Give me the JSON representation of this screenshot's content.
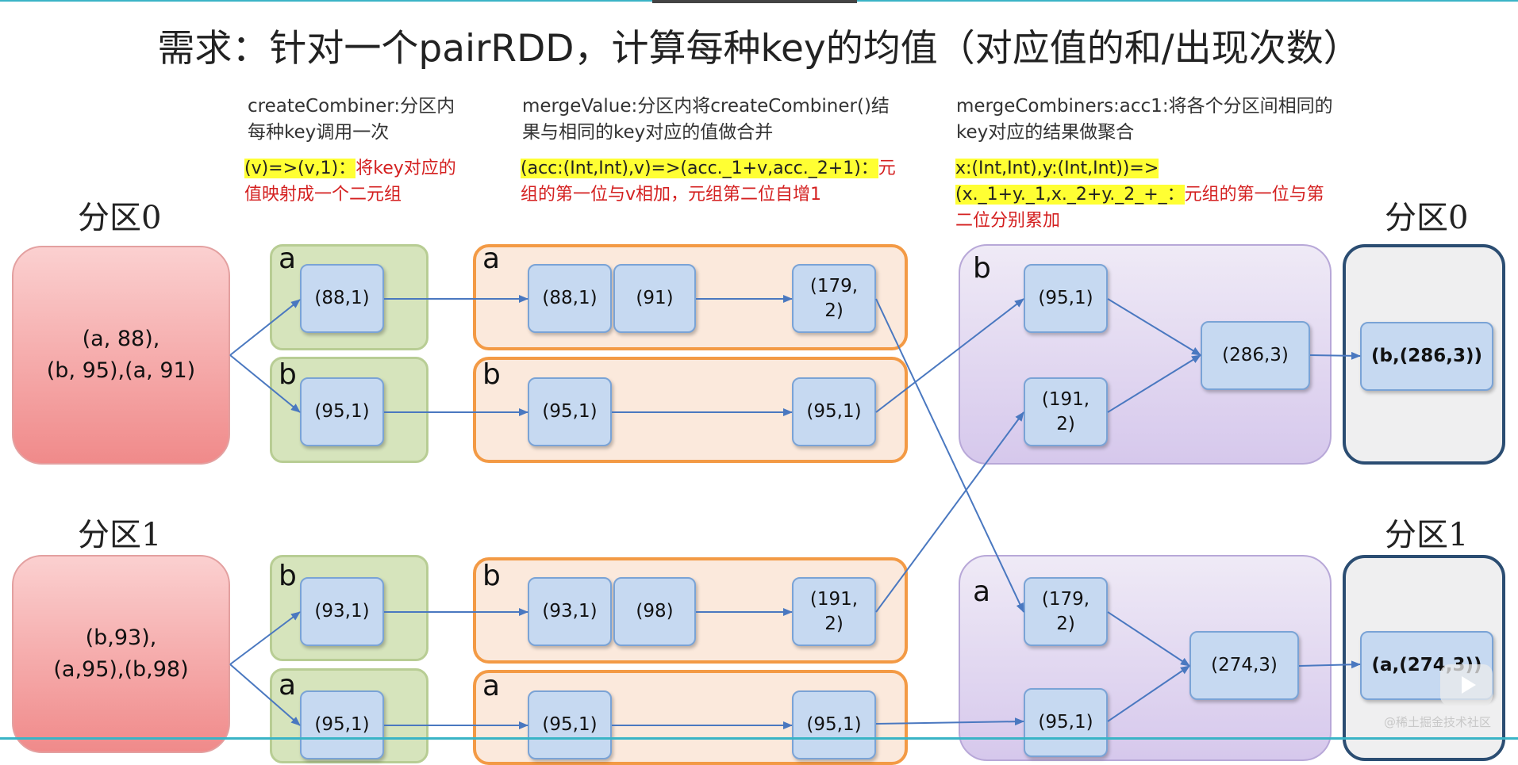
{
  "title": "需求：针对一个pairRDD，计算每种key的均值（对应值的和/出现次数）",
  "steps": {
    "create": {
      "desc": "createCombiner:分区内每种key调用一次",
      "code": "(v)=>(v,1)：",
      "note": "将key对应的值映射成一个二元组"
    },
    "merge_value": {
      "desc": "mergeValue:分区内将createCombiner()结果与相同的key对应的值做合并",
      "code": "(acc:(Int,Int),v)=>(acc._1+v,acc._2+1)：",
      "note": "元组的第一位与v相加，元组第二位自增1"
    },
    "merge_combiners": {
      "desc": "mergeCombiners:acc1:将各个分区间相同的key对应的结果做聚合",
      "code": "x:(Int,Int),y:(Int,Int))=>(x._1+y._1,x._2+y._2_+_：",
      "note": "元组的第一位与第二位分别累加"
    }
  },
  "partitions": {
    "p0_label": "分区0",
    "p1_label": "分区1",
    "p0_out_label": "分区0",
    "p1_out_label": "分区1",
    "p0_data": "(a, 88),\n(b, 95),(a, 91)",
    "p1_data": "(b,93),\n(a,95),(b,98)"
  },
  "groups": {
    "g1": "a",
    "g2": "b",
    "g3": "b",
    "g4": "a",
    "o1": "a",
    "o2": "b",
    "o3": "b",
    "o4": "a",
    "m1": "b",
    "m2": "a"
  },
  "nodes": {
    "c1": "(88,1)",
    "c2": "(95,1)",
    "c3": "(93,1)",
    "c4": "(95,1)",
    "v1a": "(88,1)",
    "v1b": "(91)",
    "v1c": "(179,\n2)",
    "v2a": "(95,1)",
    "v2c": "(95,1)",
    "v3a": "(93,1)",
    "v3b": "(98)",
    "v3c": "(191,\n2)",
    "v4a": "(95,1)",
    "v4c": "(95,1)",
    "mb1": "(95,1)",
    "mb2": "(191,\n2)",
    "mb3": "(286,3)",
    "ma1": "(179,\n2)",
    "ma2": "(95,1)",
    "ma3": "(274,3)",
    "r1": "(b,(286,3))",
    "r2": "(a,(274,3))"
  },
  "watermark": "@稀土掘金技术社区",
  "colors": {
    "arrow": "#4a78c0",
    "highlight": "#ffff33",
    "note_red": "#d42020"
  }
}
